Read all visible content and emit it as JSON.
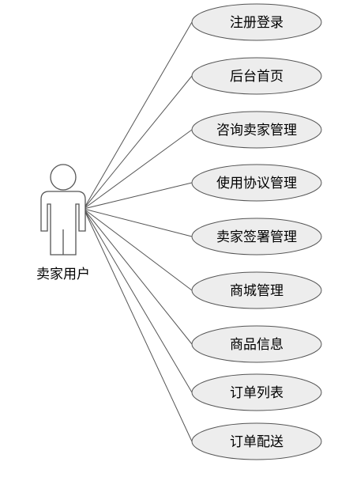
{
  "actor": {
    "label": "卖家用户"
  },
  "use_cases": [
    {
      "label": "注册登录"
    },
    {
      "label": "后台首页"
    },
    {
      "label": "咨询卖家管理"
    },
    {
      "label": "使用协议管理"
    },
    {
      "label": "卖家签署管理"
    },
    {
      "label": "商城管理"
    },
    {
      "label": "商品信息"
    },
    {
      "label": "订单列表"
    },
    {
      "label": "订单配送"
    }
  ]
}
